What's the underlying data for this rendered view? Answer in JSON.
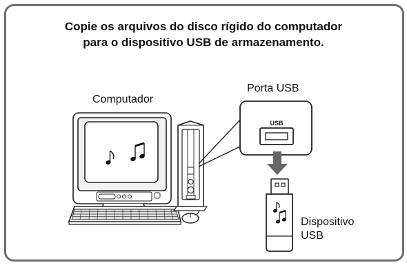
{
  "heading": {
    "line1": "Copie os arquivos do disco rígido do computador",
    "line2": "para o dispositivo USB de armazenamento."
  },
  "labels": {
    "computer": "Computador",
    "usb_port": "Porta USB",
    "usb_device_line1": "Dispositivo",
    "usb_device_line2": "USB",
    "port_text": "USB"
  },
  "icons": [
    "music-notes-icon",
    "down-arrow-icon"
  ],
  "colors": {
    "frame": "#6e6e6e",
    "arrow": "#666666",
    "line": "#222222"
  }
}
